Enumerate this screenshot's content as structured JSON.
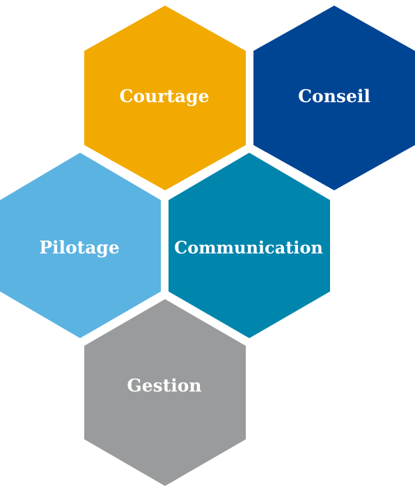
{
  "hexagons": {
    "courtage": {
      "label": "Courtage",
      "color": "#F2A900"
    },
    "conseil": {
      "label": "Conseil",
      "color": "#004494"
    },
    "pilotage": {
      "label": "Pilotage",
      "color": "#5BB3E1"
    },
    "communication": {
      "label": "Communication",
      "color": "#0085AD"
    },
    "gestion": {
      "label": "Gestion",
      "color": "#9A9B9C"
    }
  }
}
